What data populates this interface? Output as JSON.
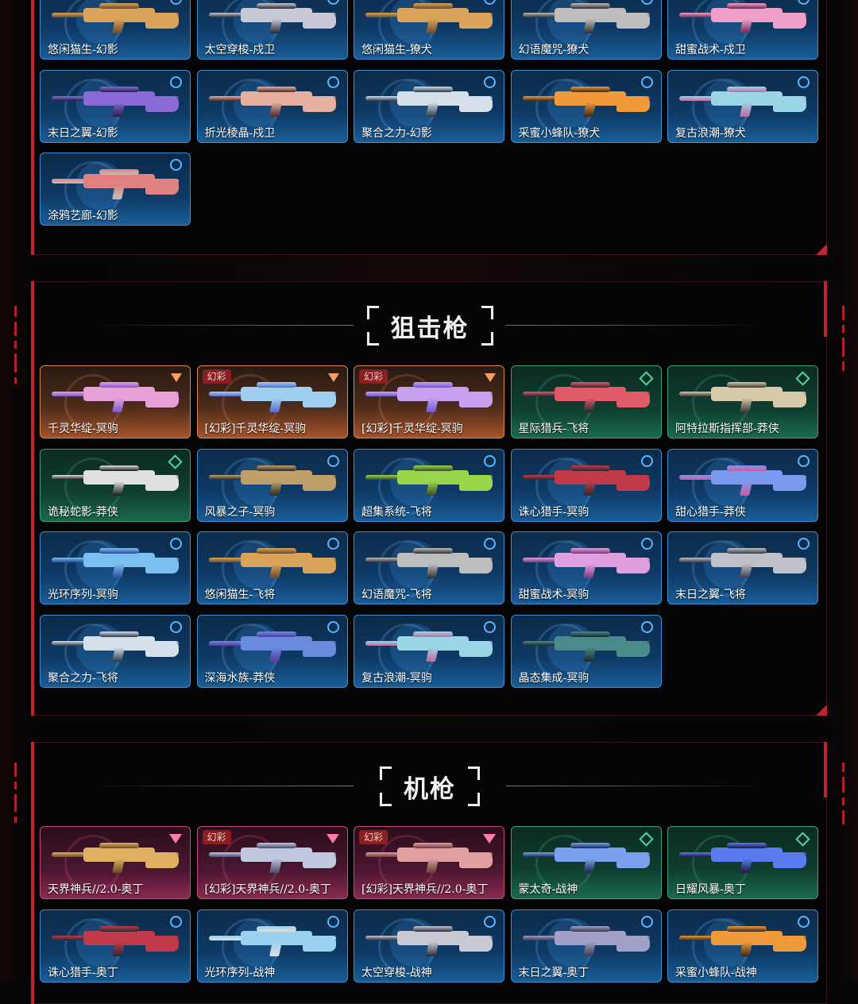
{
  "sections": {
    "rifle_partial": {
      "cards": [
        {
          "label": "悠闲猫生-幻影",
          "tier": "circle",
          "bg": "blue",
          "c1": "#d9a45a",
          "c2": "#6b4a2a"
        },
        {
          "label": "太空穿梭-戍卫",
          "tier": "circle",
          "bg": "blue",
          "c1": "#c9c9d6",
          "c2": "#2a2a36"
        },
        {
          "label": "悠闲猫生-獠犬",
          "tier": "circle",
          "bg": "blue",
          "c1": "#d9a45a",
          "c2": "#6b4a2a"
        },
        {
          "label": "幻语魔咒-獠犬",
          "tier": "circle",
          "bg": "blue",
          "c1": "#bdbdbd",
          "c2": "#303030"
        },
        {
          "label": "甜蜜战术-戍卫",
          "tier": "circle",
          "bg": "blue",
          "c1": "#f0a0c8",
          "c2": "#6b2a5a"
        },
        {
          "label": "末日之翼-幻影",
          "tier": "circle",
          "bg": "blue",
          "c1": "#8a6ad6",
          "c2": "#25204a"
        },
        {
          "label": "折光棱晶-戍卫",
          "tier": "circle",
          "bg": "blue",
          "c1": "#e6b0a0",
          "c2": "#4a2a2a"
        },
        {
          "label": "聚合之力-幻影",
          "tier": "circle",
          "bg": "blue",
          "c1": "#d6e0ea",
          "c2": "#2a3a4a"
        },
        {
          "label": "采蜜小蜂队-獠犬",
          "tier": "circle",
          "bg": "blue",
          "c1": "#f09a3a",
          "c2": "#3a2a1a"
        },
        {
          "label": "复古浪潮-獠犬",
          "tier": "circle",
          "bg": "blue",
          "c1": "#9ad6e6",
          "c2": "#c06aa0"
        },
        {
          "label": "涂鸦艺廊-幻影",
          "tier": "circle",
          "bg": "blue",
          "c1": "#e08080",
          "c2": "#c0c0c0"
        }
      ]
    },
    "sniper": {
      "title": "狙击枪",
      "cards": [
        {
          "label": "千灵华绽-冥驹",
          "tier": "pent",
          "bg": "orange",
          "badge": "",
          "c1": "#e8a0d8",
          "c2": "#7a5ad0"
        },
        {
          "label": "[幻彩]千灵华绽-冥驹",
          "tier": "pent",
          "bg": "orange",
          "badge": "幻彩",
          "c1": "#a0d0f0",
          "c2": "#5a6ad0"
        },
        {
          "label": "[幻彩]千灵华绽-冥驹",
          "tier": "pent",
          "bg": "orange",
          "badge": "幻彩",
          "c1": "#c8a0f0",
          "c2": "#6a5ad0"
        },
        {
          "label": "星际猎兵-飞将",
          "tier": "diamond",
          "bg": "green",
          "badge": "",
          "c1": "#e05a6a",
          "c2": "#2a2a30"
        },
        {
          "label": "阿特拉斯指挥部-莽侠",
          "tier": "diamond",
          "bg": "green",
          "badge": "",
          "c1": "#d6caa8",
          "c2": "#3a3a3a"
        },
        {
          "label": "诡秘蛇影-莽侠",
          "tier": "diamond",
          "bg": "green",
          "badge": "",
          "c1": "#e0e0e0",
          "c2": "#1a1a1a"
        },
        {
          "label": "风暴之子-冥驹",
          "tier": "circle",
          "bg": "blue",
          "badge": "",
          "c1": "#c0a06a",
          "c2": "#2a2a2a"
        },
        {
          "label": "超集系统-飞将",
          "tier": "circle",
          "bg": "blue",
          "badge": "",
          "c1": "#9ad64a",
          "c2": "#3a4a2a"
        },
        {
          "label": "诛心猎手-冥驹",
          "tier": "circle",
          "bg": "blue",
          "badge": "",
          "c1": "#c03a4a",
          "c2": "#2a2a30"
        },
        {
          "label": "甜心猎手-莽侠",
          "tier": "circle",
          "bg": "blue",
          "badge": "",
          "c1": "#7a9af0",
          "c2": "#d05a9a"
        },
        {
          "label": "光环序列-冥驹",
          "tier": "circle",
          "bg": "blue",
          "badge": "",
          "c1": "#7ac0f0",
          "c2": "#2a4aa0"
        },
        {
          "label": "悠闲猫生-飞将",
          "tier": "circle",
          "bg": "blue",
          "badge": "",
          "c1": "#d9a45a",
          "c2": "#6b4a2a"
        },
        {
          "label": "幻语魔咒-飞将",
          "tier": "circle",
          "bg": "blue",
          "badge": "",
          "c1": "#bdbdbd",
          "c2": "#303030"
        },
        {
          "label": "甜蜜战术-冥驹",
          "tier": "circle",
          "bg": "blue",
          "badge": "",
          "c1": "#e0a0e0",
          "c2": "#7a3a7a"
        },
        {
          "label": "末日之翼-飞将",
          "tier": "circle",
          "bg": "blue",
          "badge": "",
          "c1": "#c0c0c8",
          "c2": "#3a3a4a"
        },
        {
          "label": "聚合之力-飞将",
          "tier": "circle",
          "bg": "blue",
          "badge": "",
          "c1": "#d6e0ea",
          "c2": "#2a3a4a"
        },
        {
          "label": "深海水族-莽侠",
          "tier": "circle",
          "bg": "blue",
          "badge": "",
          "c1": "#6a8ae0",
          "c2": "#5a3aa0"
        },
        {
          "label": "复古浪潮-冥驹",
          "tier": "circle",
          "bg": "blue",
          "badge": "",
          "c1": "#9ad6e6",
          "c2": "#c06aa0"
        },
        {
          "label": "晶态集成-冥驹",
          "tier": "circle",
          "bg": "blue",
          "badge": "",
          "c1": "#4a8a8a",
          "c2": "#1a2a2a"
        }
      ]
    },
    "mg": {
      "title": "机枪",
      "cards": [
        {
          "label": "天界神兵//2.0-奥丁",
          "tier": "tri",
          "bg": "pink",
          "badge": "",
          "c1": "#e0b060",
          "c2": "#6a4a2a"
        },
        {
          "label": "[幻彩]天界神兵//2.0-奥丁",
          "tier": "tri",
          "bg": "pink",
          "badge": "幻彩",
          "c1": "#c0c8e0",
          "c2": "#4a4a6a"
        },
        {
          "label": "[幻彩]天界神兵//2.0-奥丁",
          "tier": "tri",
          "bg": "pink",
          "badge": "幻彩",
          "c1": "#e0a0a0",
          "c2": "#6a3a3a"
        },
        {
          "label": "蒙太奇-战神",
          "tier": "diamond",
          "bg": "green",
          "badge": "",
          "c1": "#7aa0f0",
          "c2": "#1a2a4a"
        },
        {
          "label": "日耀风暴-奥丁",
          "tier": "diamond",
          "bg": "green",
          "badge": "",
          "c1": "#5a7af0",
          "c2": "#1a1a3a"
        },
        {
          "label": "诛心猎手-奥丁",
          "tier": "circle",
          "bg": "blue",
          "badge": "",
          "c1": "#c03a4a",
          "c2": "#2a2a30"
        },
        {
          "label": "光环序列-战神",
          "tier": "circle",
          "bg": "blue",
          "badge": "",
          "c1": "#9ad0f0",
          "c2": "#e0e0e0"
        },
        {
          "label": "太空穿梭-战神",
          "tier": "circle",
          "bg": "blue",
          "badge": "",
          "c1": "#c9c9d6",
          "c2": "#2a2a36"
        },
        {
          "label": "末日之翼-奥丁",
          "tier": "circle",
          "bg": "blue",
          "badge": "",
          "c1": "#a0a0c8",
          "c2": "#3a3a4a"
        },
        {
          "label": "采蜜小蜂队-战神",
          "tier": "circle",
          "bg": "blue",
          "badge": "",
          "c1": "#f09a3a",
          "c2": "#3a2a1a"
        }
      ]
    }
  }
}
